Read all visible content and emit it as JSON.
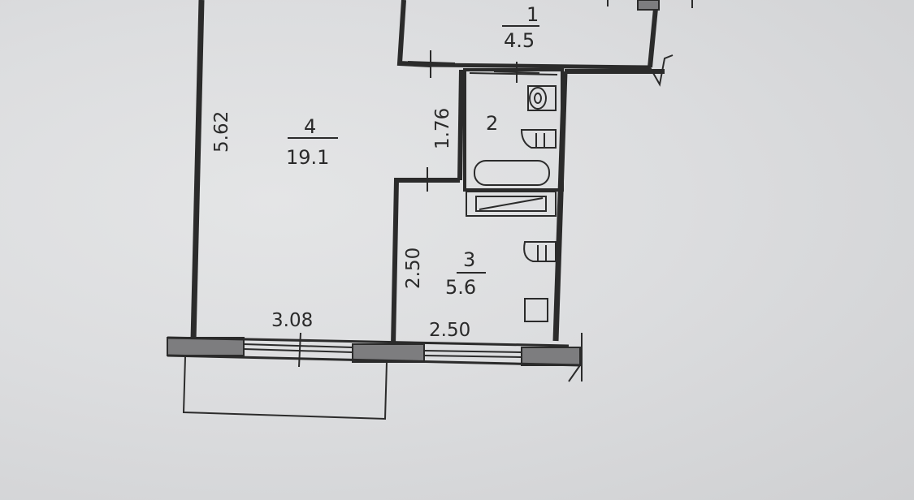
{
  "rooms": [
    {
      "number": "1",
      "area": "4.5"
    },
    {
      "number": "2"
    },
    {
      "number": "3",
      "area": "5.6"
    },
    {
      "number": "4",
      "area": "19.1"
    }
  ],
  "dimensions": {
    "room4_height": "5.62",
    "room4_width": "3.08",
    "corridor_height": "1.76",
    "room3_height": "2.50",
    "room3_width": "2.50"
  },
  "colors": {
    "line": "#2b2b2b",
    "wall_fill": "#7d7d7f",
    "paper": "#dedfe0"
  }
}
